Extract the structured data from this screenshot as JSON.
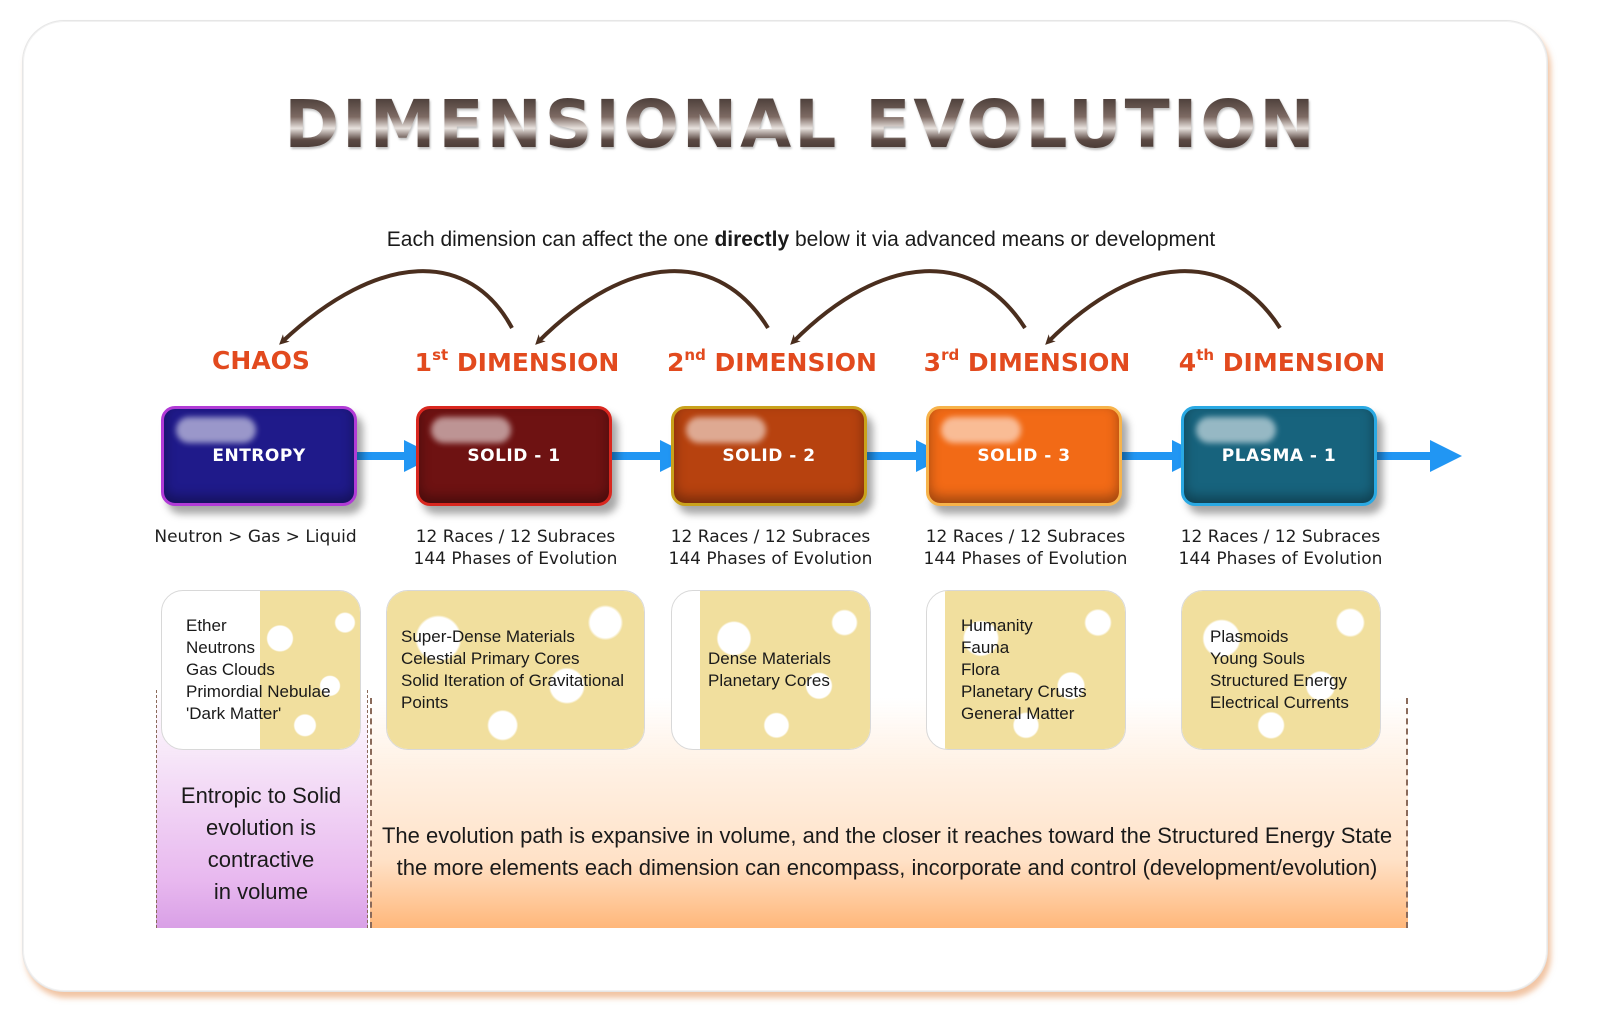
{
  "title": "DIMENSIONAL EVOLUTION",
  "subtitle": {
    "before": "Each dimension can affect the one ",
    "bold": "directly",
    "after": " below it via advanced means or development"
  },
  "stages": [
    {
      "label": "CHAOS",
      "sup": "",
      "label_rest": "",
      "box": "ENTROPY",
      "box_color": "#1f1a8a",
      "box_border": "#b13bd6",
      "phase_line1": "Neutron > Gas > Liquid",
      "phase_line2": "",
      "items": [
        "Ether",
        "Neutrons",
        "Gas Clouds",
        "Primordial Nebulae",
        "'Dark Matter'"
      ]
    },
    {
      "label": "1",
      "sup": "st",
      "label_rest": " DIMENSION",
      "box": "SOLID - 1",
      "box_color": "#6e1212",
      "box_border": "#d9271f",
      "phase_line1": "12 Races / 12 Subraces",
      "phase_line2": "144 Phases of Evolution",
      "items": [
        "Super-Dense Materials",
        "Celestial Primary Cores",
        "Solid Iteration of Gravitational",
        "Points"
      ]
    },
    {
      "label": "2",
      "sup": "nd",
      "label_rest": " DIMENSION",
      "box": "SOLID - 2",
      "box_color": "#b7420f",
      "box_border": "#c9a21c",
      "phase_line1": "12 Races / 12 Subraces",
      "phase_line2": "144 Phases of Evolution",
      "items": [
        "Dense Materials",
        "Planetary Cores"
      ]
    },
    {
      "label": "3",
      "sup": "rd",
      "label_rest": " DIMENSION",
      "box": "SOLID - 3",
      "box_color": "#f26a16",
      "box_border": "#f7b34a",
      "phase_line1": "12 Races / 12 Subraces",
      "phase_line2": "144 Phases of Evolution",
      "items": [
        "Humanity",
        "Fauna",
        "Flora",
        "Planetary Crusts",
        "General Matter"
      ]
    },
    {
      "label": "4",
      "sup": "th",
      "label_rest": " DIMENSION",
      "box": "PLASMA - 1",
      "box_color": "#17637d",
      "box_border": "#2aa9e3",
      "phase_line1": "12 Races / 12 Subraces",
      "phase_line2": "144 Phases of Evolution",
      "items": [
        "Plasmoids",
        "Young Souls",
        "Structured Energy",
        "Electrical Currents"
      ]
    }
  ],
  "contractive_text": [
    "Entropic to Solid",
    "evolution is",
    "contractive",
    "in volume"
  ],
  "expansive_text": [
    "The evolution path is expansive in volume, and the closer it reaches toward the Structured Energy State",
    "the more elements each dimension can encompass, incorporate and control (development/evolution)"
  ],
  "colors": {
    "label": "#e24a1e",
    "flow_arrow": "#2196f3",
    "curve_arrow": "#4a2e1e",
    "blob_fill": "#f1df9e"
  }
}
